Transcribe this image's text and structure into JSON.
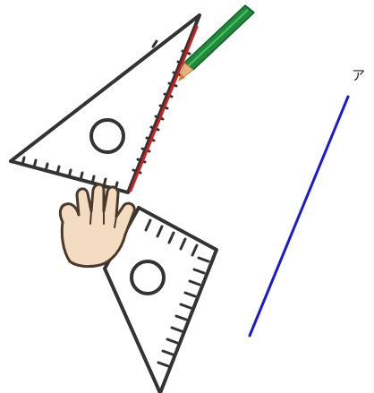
{
  "labels": {
    "line_label": "ア"
  },
  "colors": {
    "triangle_stroke": "#333333",
    "triangle_fill": "#ffffff",
    "drawn_line": "#cc1f1f",
    "target_line": "#1a1ad6",
    "pencil_body": "#1f8a3a",
    "pencil_tip_wood": "#e8b27a",
    "pencil_tip_lead": "#e07a1f",
    "hand_fill": "#f3dcc2",
    "hand_stroke": "#4a3a2a"
  },
  "icons": {
    "pencil": "pencil-icon",
    "hand": "hand-icon",
    "upper_triangle": "set-square-30-60",
    "lower_triangle": "set-square-45"
  }
}
